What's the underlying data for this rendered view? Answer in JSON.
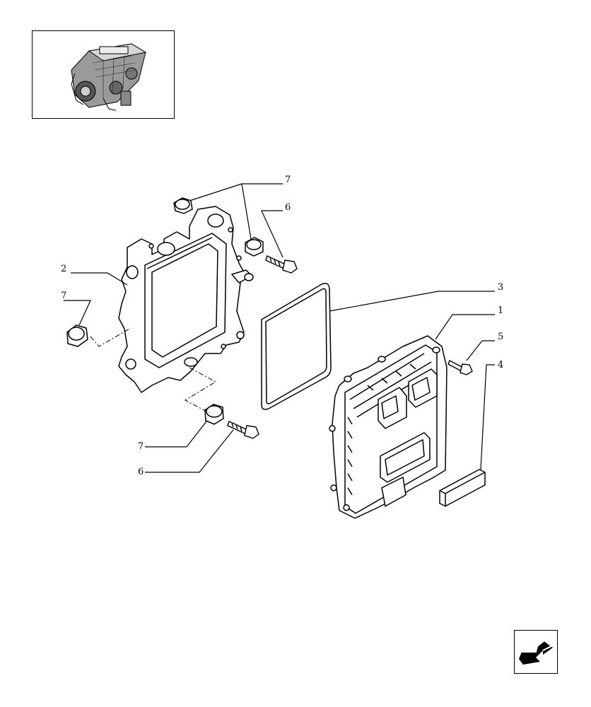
{
  "callouts": {
    "c7_top": "7",
    "c6_top": "6",
    "c2": "2",
    "c7_left": "7",
    "c3": "3",
    "c1": "1",
    "c5": "5",
    "c4": "4",
    "c7_bottom": "7",
    "c6_bottom": "6"
  },
  "icons": {
    "thumbnail": "engine-thumbnail-icon",
    "navigation": "next-page-arrow-icon"
  },
  "colors": {
    "line": "#000000",
    "background": "#ffffff"
  }
}
